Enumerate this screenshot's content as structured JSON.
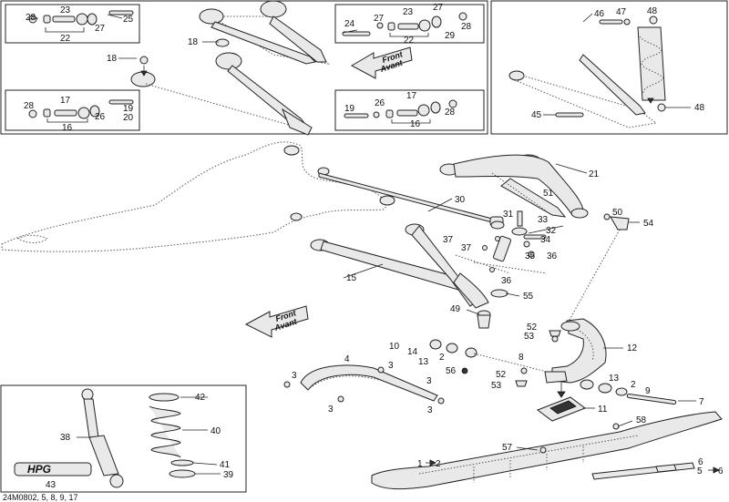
{
  "diagram": {
    "reference": "24M0802, 5, 8, 9, 17",
    "front_label": "Front",
    "front_label_fr": "Avant",
    "logo_text": "HPG",
    "callouts": {
      "n1": "1",
      "n2": "2",
      "n3": "3",
      "n4": "4",
      "n5": "5",
      "n6": "6",
      "n7": "7",
      "n8": "8",
      "n9": "9",
      "n10": "10",
      "n11": "11",
      "n12": "12",
      "n13": "13",
      "n14": "14",
      "n15": "15",
      "n16": "16",
      "n17": "17",
      "n18": "18",
      "n19": "19",
      "n20": "20",
      "n21": "21",
      "n22": "22",
      "n23": "23",
      "n24": "24",
      "n25": "25",
      "n26": "26",
      "n27": "27",
      "n28": "28",
      "n29": "29",
      "n30": "30",
      "n31": "31",
      "n32": "32",
      "n33": "33",
      "n34": "34",
      "n35": "35",
      "n36": "36",
      "n37": "37",
      "n38": "38",
      "n39": "39",
      "n40": "40",
      "n41": "41",
      "n42": "42",
      "n43": "43",
      "n45": "45",
      "n46": "46",
      "n47": "47",
      "n48": "48",
      "n49": "49",
      "n50": "50",
      "n51": "51",
      "n52": "52",
      "n53": "53",
      "n54": "54",
      "n55": "55",
      "n56": "56",
      "n57": "57",
      "n58": "58"
    }
  }
}
